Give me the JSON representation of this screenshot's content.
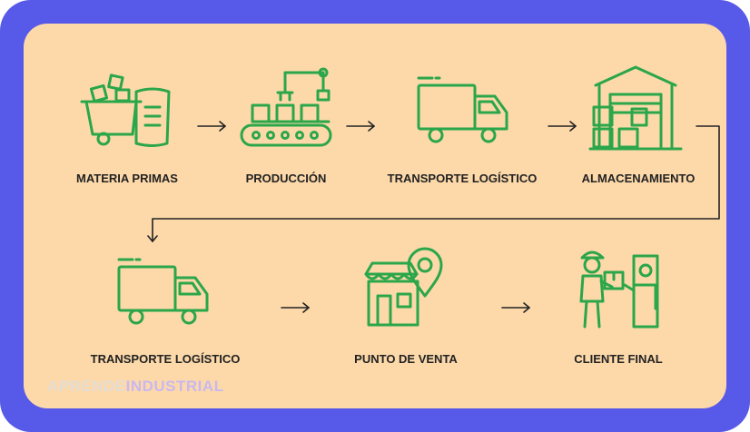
{
  "steps": [
    {
      "label": "MATERIA PRIMAS",
      "icon": "raw-materials-icon"
    },
    {
      "label": "PRODUCCIÓN",
      "icon": "factory-conveyor-icon"
    },
    {
      "label": "TRANSPORTE LOGÍSTICO",
      "icon": "delivery-truck-icon"
    },
    {
      "label": "ALMACENAMIENTO",
      "icon": "warehouse-icon"
    },
    {
      "label": "TRANSPORTE LOGÍSTICO",
      "icon": "delivery-truck-icon"
    },
    {
      "label": "PUNTO DE VENTA",
      "icon": "store-location-icon"
    },
    {
      "label": "CLIENTE FINAL",
      "icon": "courier-customer-icon"
    }
  ],
  "watermark": {
    "part1": "APRENDE",
    "part2": "INDUSTRIAL"
  },
  "colors": {
    "frame": "#5759e8",
    "panel": "#fdd9aa",
    "icon": "#2ba64a",
    "text": "#222222"
  }
}
